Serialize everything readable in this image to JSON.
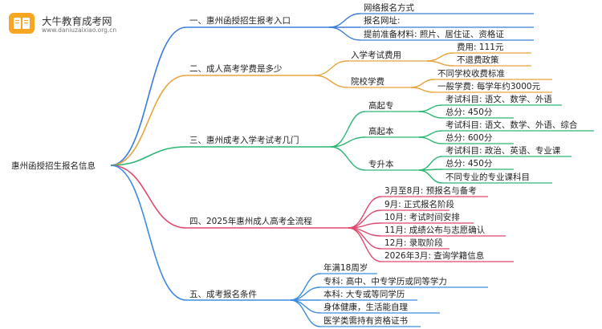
{
  "logo": {
    "name": "大牛教育成考网",
    "url": "www.daniuzaixiao.org.cn",
    "color": "#f5a623"
  },
  "root": {
    "label": "惠州函授招生报名信息"
  },
  "colors": {
    "b0": "#3b7dd8",
    "b1": "#e8a33d",
    "b2": "#2bb673",
    "b3": "#e0486c",
    "b4": "#3c8de0"
  },
  "branches": [
    {
      "label": "一、惠州函授招生报考入口",
      "children": [
        {
          "label": "网络报名方式"
        },
        {
          "label": "报名网址:"
        },
        {
          "label": "提前准备材料: 照片、居住证、资格证"
        }
      ]
    },
    {
      "label": "二、成人高考学费是多少",
      "children": [
        {
          "label": "入学考试费用",
          "children": [
            {
              "label": "费用: 111元"
            },
            {
              "label": "不退费政策"
            }
          ]
        },
        {
          "label": "院校学费",
          "children": [
            {
              "label": "不同学校收费标准"
            },
            {
              "label": "一般学费: 每学年约3000元"
            }
          ]
        }
      ]
    },
    {
      "label": "三、惠州成考入学考试考几门",
      "children": [
        {
          "label": "高起专",
          "children": [
            {
              "label": "考试科目: 语文、数学、外语"
            },
            {
              "label": "总分: 450分"
            }
          ]
        },
        {
          "label": "高起本",
          "children": [
            {
              "label": "考试科目: 语文、数学、外语、综合"
            },
            {
              "label": "总分: 600分"
            }
          ]
        },
        {
          "label": "专升本",
          "children": [
            {
              "label": "考试科目: 政治、英语、专业课"
            },
            {
              "label": "总分: 450分"
            },
            {
              "label": "不同专业的专业课科目"
            }
          ]
        }
      ]
    },
    {
      "label": "四、2025年惠州成人高考全流程",
      "children": [
        {
          "label": "3月至8月: 预报名与备考"
        },
        {
          "label": "9月: 正式报名阶段"
        },
        {
          "label": "10月: 考试时间安排"
        },
        {
          "label": "11月: 成绩公布与志愿确认"
        },
        {
          "label": "12月: 录取阶段"
        },
        {
          "label": "2026年3月: 查询学籍信息"
        }
      ]
    },
    {
      "label": "五、成考报名条件",
      "children": [
        {
          "label": "年满18周岁"
        },
        {
          "label": "专科: 高中、中专学历或同等学力"
        },
        {
          "label": "本科: 大专或等同学历"
        },
        {
          "label": "身体健康，生活能自理"
        },
        {
          "label": "医学类需持有资格证书"
        }
      ]
    }
  ]
}
